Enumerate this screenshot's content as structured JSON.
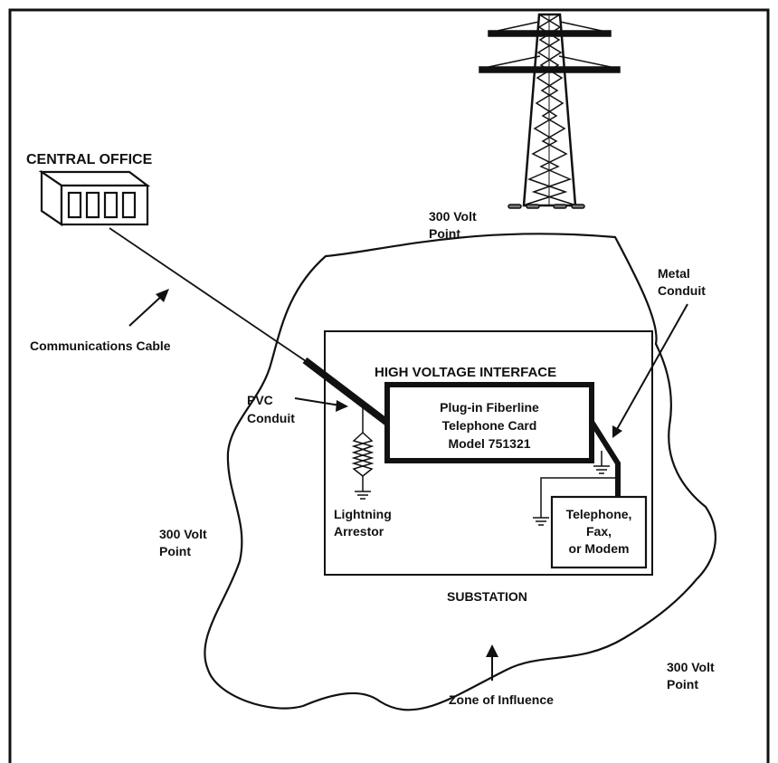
{
  "labels": {
    "central_office": "CENTRAL OFFICE",
    "communications_cable": "Communications Cable",
    "pvc_conduit_line1": "PVC",
    "pvc_conduit_line2": "Conduit",
    "point_top_line1": "300 Volt",
    "point_top_line2": "Point",
    "metal_conduit_line1": "Metal",
    "metal_conduit_line2": "Conduit",
    "high_voltage_interface": "HIGH VOLTAGE INTERFACE",
    "card_line1": "Plug-in Fiberline",
    "card_line2": "Telephone Card",
    "card_line3": "Model 751321",
    "arrestor_line1": "Lightning",
    "arrestor_line2": "Arrestor",
    "device_line1": "Telephone,",
    "device_line2": "Fax,",
    "device_line3": "or Modem",
    "point_left_line1": "300 Volt",
    "point_left_line2": "Point",
    "substation": "SUBSTATION",
    "point_right_line1": "300 Volt",
    "point_right_line2": "Point",
    "zone_of_influence": "Zone of Influence"
  }
}
